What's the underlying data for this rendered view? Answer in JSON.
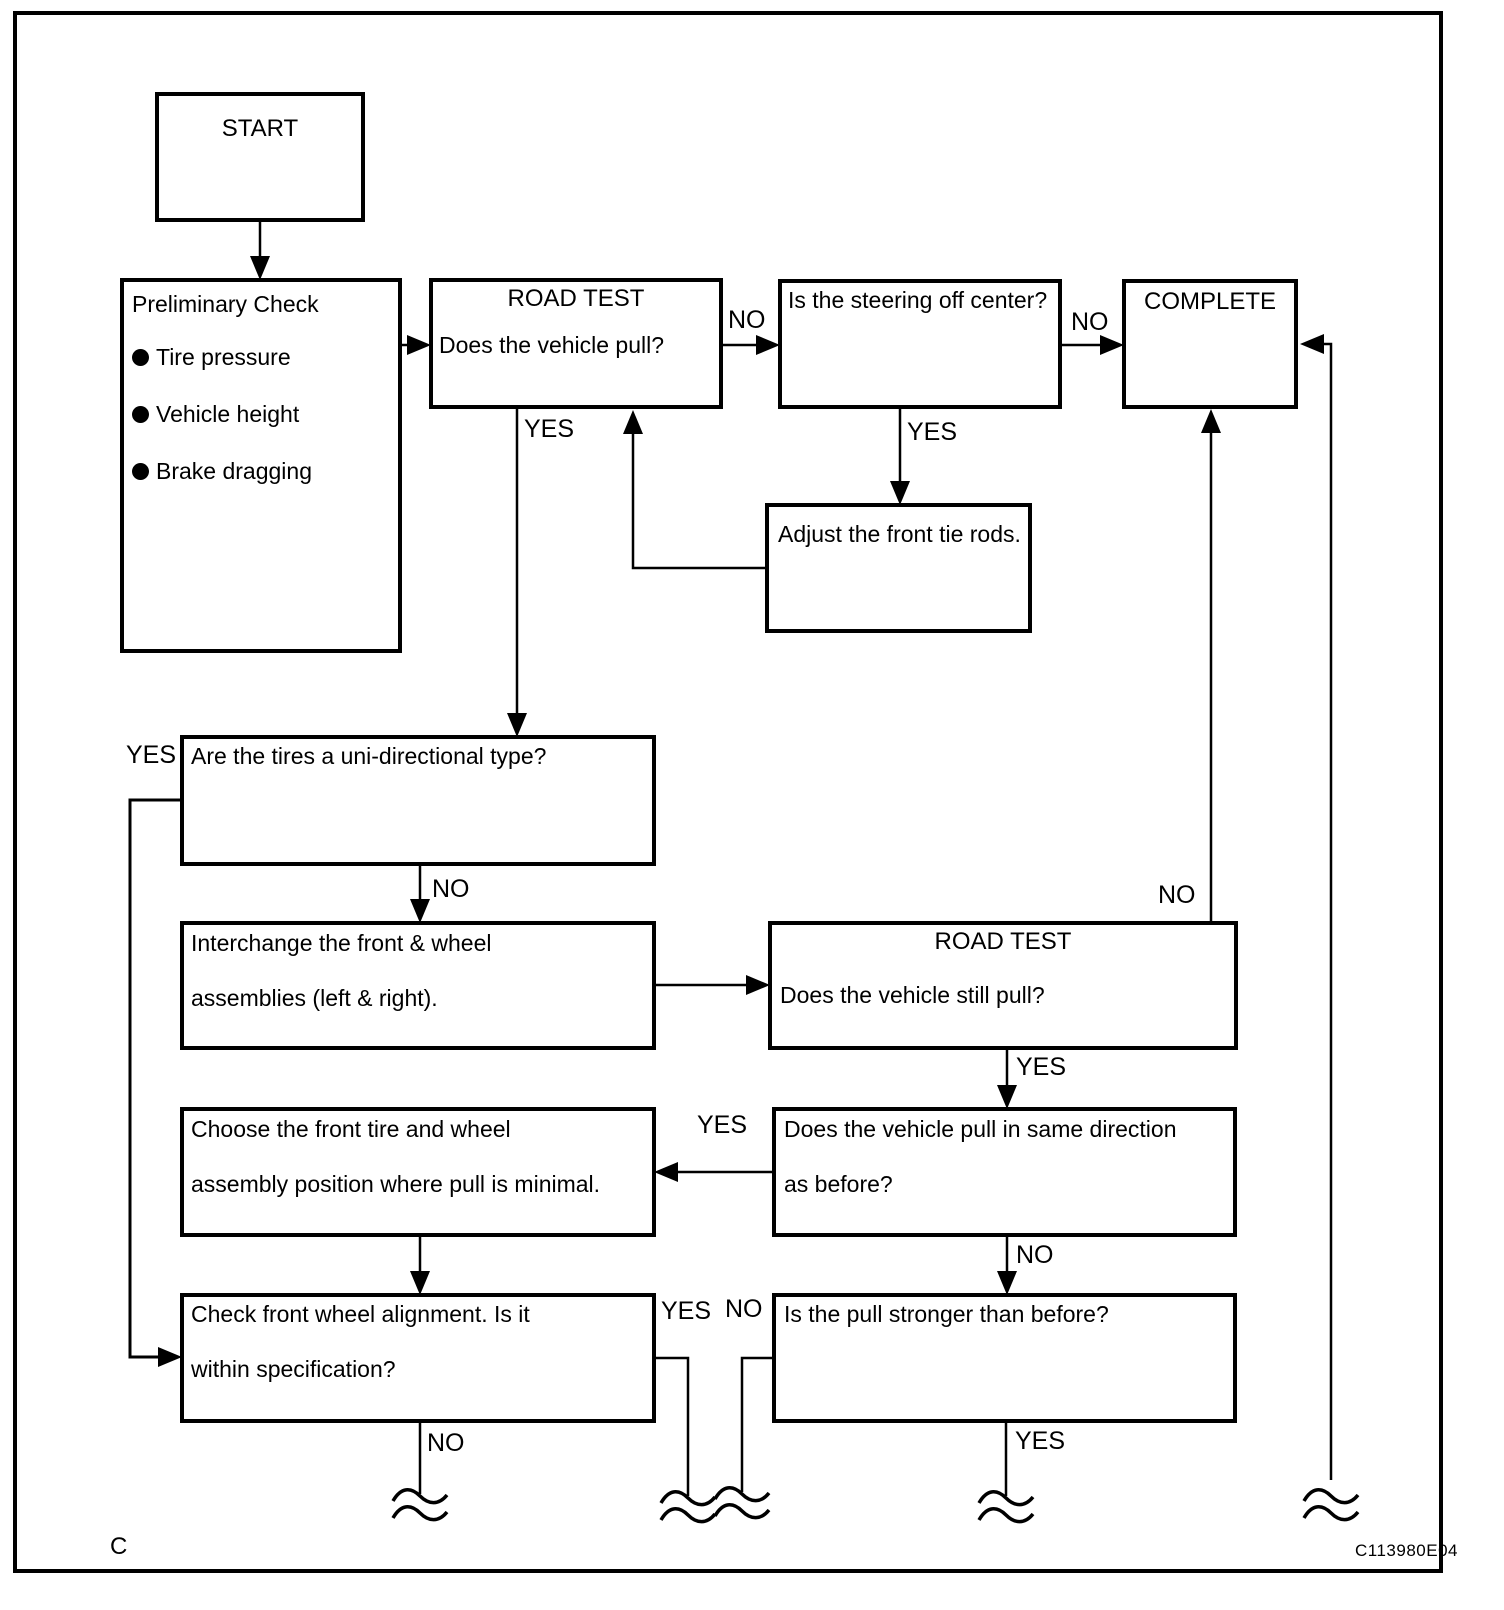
{
  "diagram": {
    "labels": {
      "yes": "YES",
      "no": "NO"
    },
    "footer": {
      "left": "C",
      "right": "C113980E04"
    },
    "nodes": {
      "start": {
        "label": "START"
      },
      "preliminary": {
        "title": "Preliminary Check",
        "bullets": [
          "Tire pressure",
          "Vehicle height",
          "Brake dragging"
        ]
      },
      "road_test_1": {
        "title": "ROAD TEST",
        "question": "Does the vehicle pull?"
      },
      "steering_off_center": {
        "question": "Is the steering off center?"
      },
      "complete": {
        "label": "COMPLETE"
      },
      "adjust_tie_rods": {
        "label": "Adjust the front tie rods."
      },
      "uni_directional_tires": {
        "question": "Are the tires a uni-directional type?"
      },
      "interchange_wheels": {
        "lines": [
          "Interchange the front & wheel",
          "assemblies (left & right)."
        ]
      },
      "road_test_2": {
        "title": "ROAD TEST",
        "question": "Does the vehicle still pull?"
      },
      "choose_position": {
        "lines": [
          "Choose the front tire and wheel",
          "assembly position where pull is minimal."
        ]
      },
      "same_direction": {
        "lines": [
          "Does the vehicle pull in same direction",
          "as before?"
        ]
      },
      "check_alignment": {
        "lines": [
          "Check front wheel alignment. Is it",
          "within specification?"
        ]
      },
      "pull_stronger": {
        "question": "Is the pull stronger than before?"
      }
    }
  }
}
